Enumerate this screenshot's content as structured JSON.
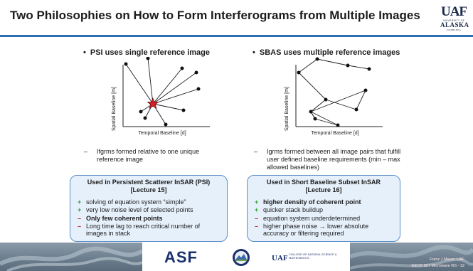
{
  "header": {
    "title": "Two Philosophies on How to Form Interferograms from Multiple Images",
    "logo": {
      "wordmark": "UAF",
      "line1": "UNIVERSITY OF",
      "line2": "ALASKA",
      "line3": "FAIRBANKS"
    }
  },
  "left": {
    "title": "PSI uses single reference image",
    "bullet": "•",
    "chart": {
      "xlabel": "Temporal Baseline [d]",
      "ylabel": "Spatial Baseline [m]"
    },
    "note_dash": "–",
    "note": "Ifgrms formed relative to one unique reference image",
    "box": {
      "heading": "Used in Persistent Scatterer InSAR (PSI) [Lecture 15]",
      "items": [
        {
          "sign": "+",
          "text": "solving of equation system “simple”",
          "type": "plus"
        },
        {
          "sign": "+",
          "text": "very low noise level of selected points",
          "type": "plus"
        },
        {
          "sign": "–",
          "text": "Only few coherent points",
          "type": "minus-bold"
        },
        {
          "sign": "–",
          "text": "Long time lag to reach critical number of images in stack",
          "type": "minus"
        }
      ]
    }
  },
  "right": {
    "title": "SBAS uses multiple reference images",
    "bullet": "•",
    "chart": {
      "xlabel": "Temporal Baseline [d]",
      "ylabel": "Spatial Baseline [m]"
    },
    "note_dash": "–",
    "note": "Igrms formed between all image pairs that fulfill user defined baseline requirements (min – max allowed baselines)",
    "box": {
      "heading": "Used in Short Baseline Subset InSAR [Lecture 16]",
      "items": [
        {
          "sign": "+",
          "text": "higher density of coherent point",
          "type": "plus-bold"
        },
        {
          "sign": "+",
          "text": "quicker stack buildup",
          "type": "plus"
        },
        {
          "sign": "–",
          "text": "equation system underdetermined",
          "type": "minus"
        },
        {
          "sign": "–",
          "text": "higher phase noise → lower absolute accuracy or filtering required",
          "type": "minus"
        }
      ]
    }
  },
  "footer": {
    "asf": "ASF",
    "uaf": "UAF",
    "college": "COLLEGE OF NATURAL SCIENCE & MATHEMATICS",
    "credit1": "Franz J Meyer, UAF",
    "credit2": "GEOS 657 Microwave RS - 12"
  },
  "colors": {
    "accent_rule": "#2e6fb6",
    "box_fill": "#e6f0fb",
    "box_border": "#5b8fc7",
    "plus": "#34a039",
    "minus": "#c0202a",
    "reference_star": "#d0202a"
  }
}
